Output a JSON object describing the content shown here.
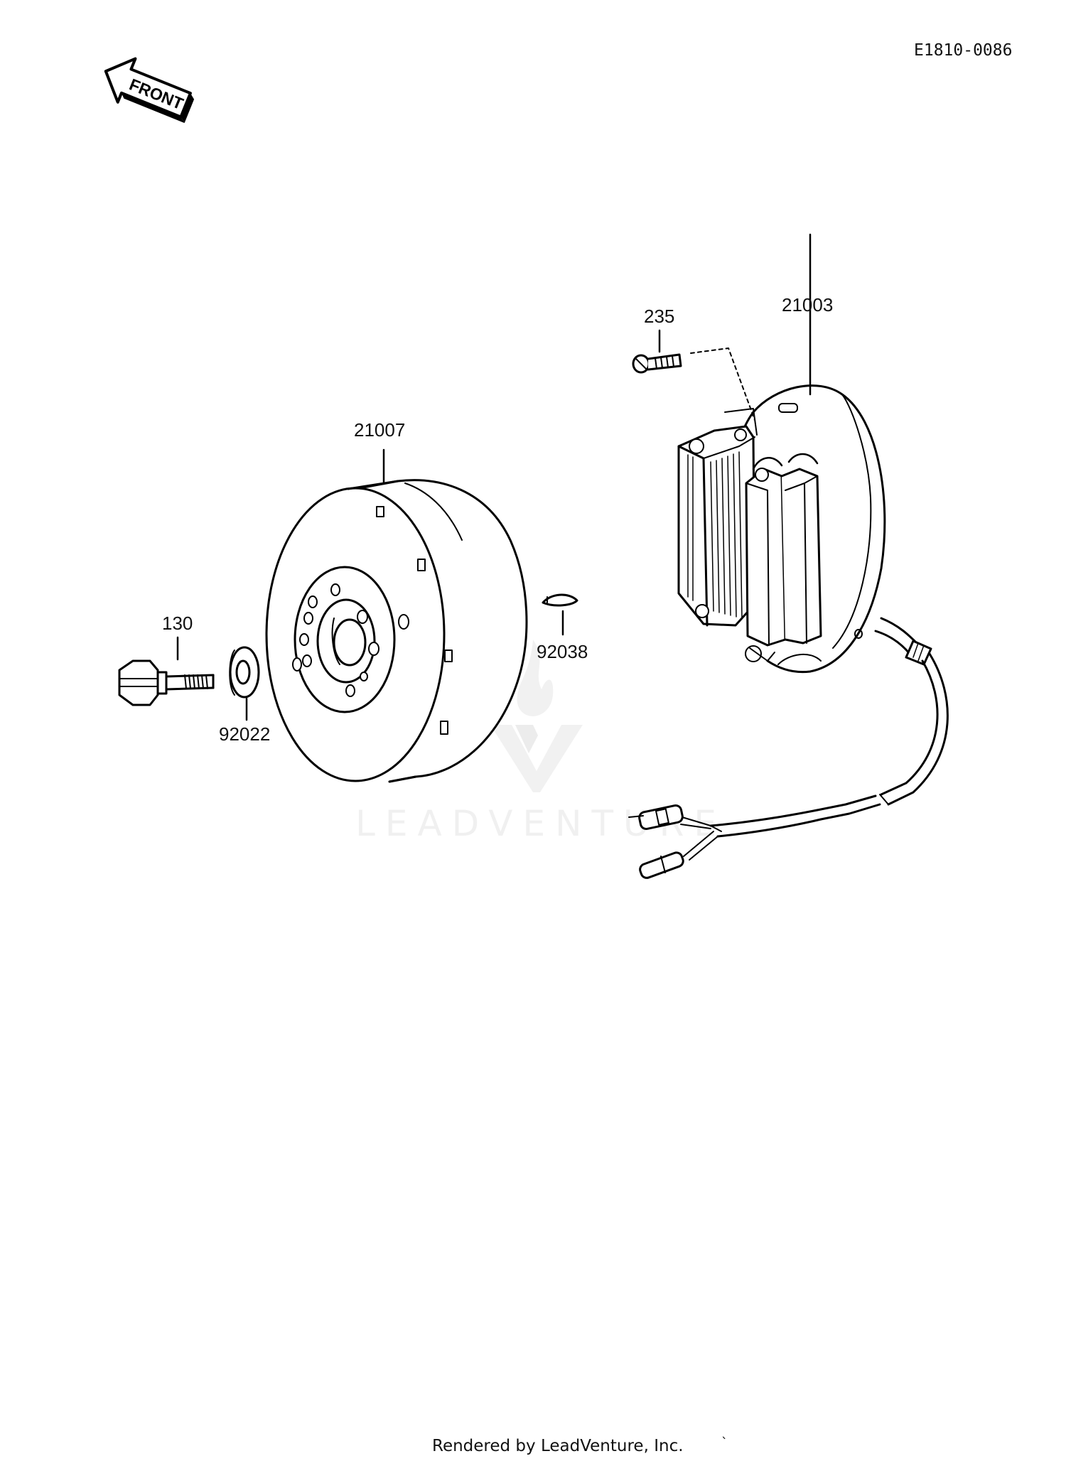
{
  "diagram_code": "E1810-0086",
  "front_arrow_text": "FRONT",
  "parts": {
    "p130": "130",
    "p92022": "92022",
    "p21007": "21007",
    "p92038": "92038",
    "p235": "235",
    "p21003": "21003"
  },
  "watermark": "LEADVENTURE",
  "footer": "Rendered by LeadVenture, Inc.",
  "icons": {
    "front_arrow": "front-arrow-icon",
    "watermark_logo": "leadventure-logo-icon"
  }
}
